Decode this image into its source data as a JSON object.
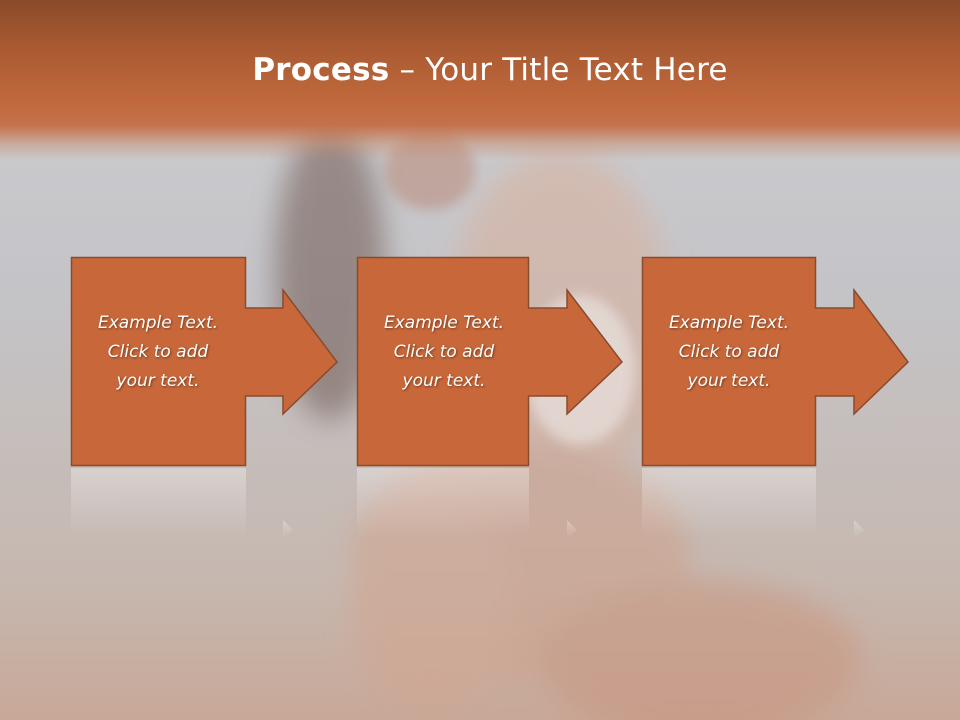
{
  "slide": {
    "title_bold": "Process",
    "title_rest": " – Your Title Text Here"
  },
  "steps": [
    {
      "line1": "Example Text.",
      "line2": "Click  to add",
      "line3": "your text."
    },
    {
      "line1": "Example Text.",
      "line2": "Click  to add",
      "line3": "your text."
    },
    {
      "line1": "Example Text.",
      "line2": "Click  to add",
      "line3": "your text."
    }
  ],
  "colors": {
    "accent": "#c8683a",
    "box_border": "#8a4a2c",
    "header_dark": "#8a4a2a",
    "background": "#c9c8cb"
  },
  "icons": [
    "right-arrow-icon"
  ]
}
